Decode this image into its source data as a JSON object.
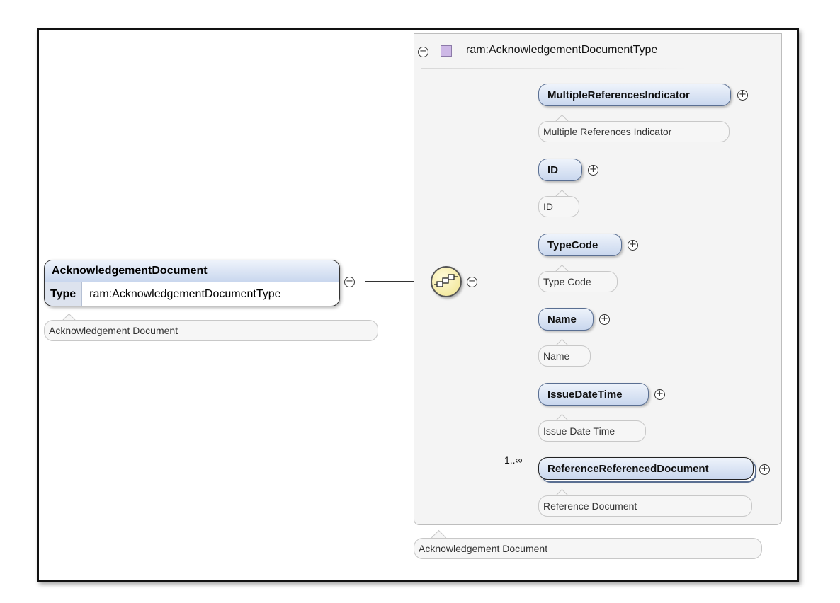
{
  "root": {
    "name": "AcknowledgementDocument",
    "type_label": "Type",
    "type_value": "ram:AcknowledgementDocumentType",
    "doc": "Acknowledgement Document"
  },
  "complex_type": {
    "name": "ram:AcknowledgementDocumentType",
    "doc": "Acknowledgement Document"
  },
  "children": [
    {
      "name": "MultipleReferencesIndicator",
      "doc": "Multiple References Indicator"
    },
    {
      "name": "ID",
      "doc": "ID"
    },
    {
      "name": "TypeCode",
      "doc": "Type Code"
    },
    {
      "name": "Name",
      "doc": "Name"
    },
    {
      "name": "IssueDateTime",
      "doc": "Issue Date Time"
    },
    {
      "name": "ReferenceReferencedDocument",
      "doc": "Reference Document",
      "occurrence": "1..∞"
    }
  ],
  "icons": {
    "expand": "+",
    "collapse": "−"
  },
  "colors": {
    "element_fill": "#c9d7ee",
    "sequence_fill": "#f0e38e",
    "type_icon": "#cdb8e6"
  }
}
